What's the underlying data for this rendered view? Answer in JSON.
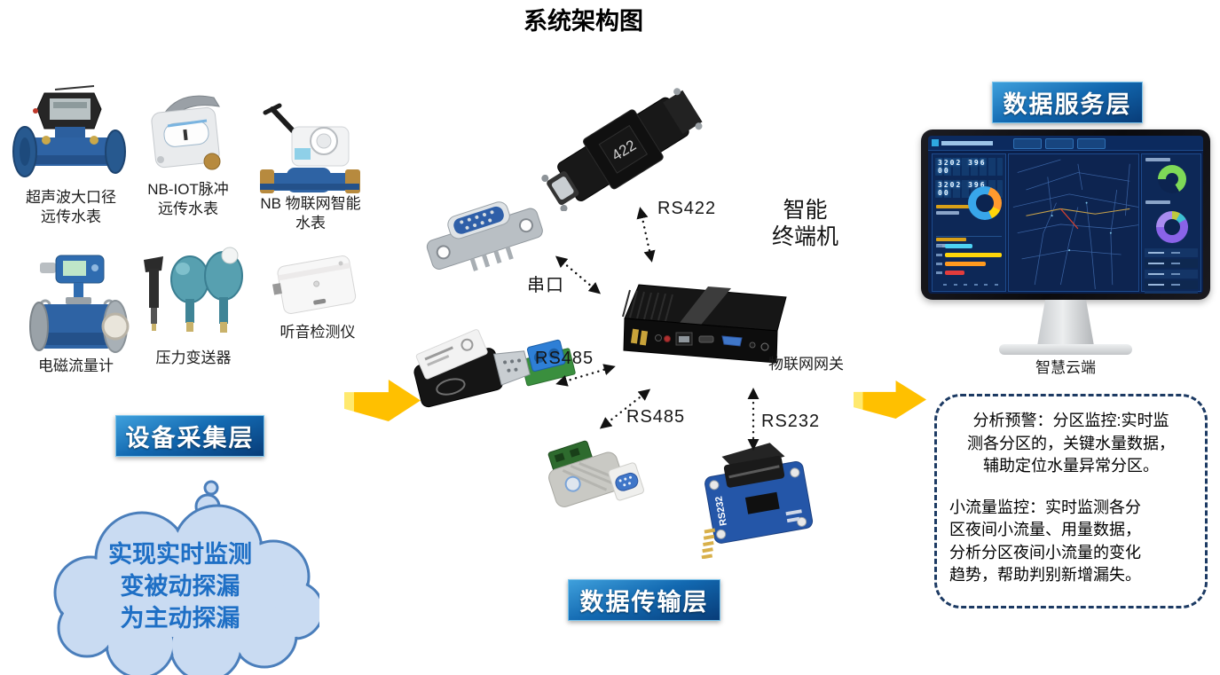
{
  "title": "系统架构图",
  "layer_labels": {
    "device": "设备采集层",
    "transmission": "数据传输层",
    "service": "数据服务层"
  },
  "devices": [
    {
      "name": "ultrasonic-remote-water-meter",
      "label": "超声波大口径\n远传水表"
    },
    {
      "name": "nbiot-pulse-remote-water-meter",
      "label": "NB-IOT脉冲\n远传水表"
    },
    {
      "name": "nb-iot-smart-water-meter",
      "label": "NB 物联网智能\n水表"
    },
    {
      "name": "electromagnetic-flowmeter",
      "label": "电磁流量计"
    },
    {
      "name": "pressure-transmitter",
      "label": "压力变送器"
    },
    {
      "name": "acoustic-leak-detector",
      "label": "听音检测仪"
    }
  ],
  "connections": {
    "serial": "串口",
    "rs422": "RS422",
    "rs485_upper": "RS485",
    "rs485_lower": "RS485",
    "rs232": "RS232"
  },
  "middle": {
    "terminal_label": "智能\n终端机",
    "gateway_label": "物联网网关",
    "rs422_device_text": "422",
    "rs232_device_text": "RS232"
  },
  "cloud_note": "实现实时监测\n变被动探漏\n为主动探漏",
  "service": {
    "monitor_label": "智慧云端",
    "note_para1": "分析预警：分区监控:实时监\n测各分区的，关键水量数据，\n辅助定位水量异常分区。",
    "note_para2": "小流量监控：实时监测各分\n区夜间小流量、用量数据，\n分析分区夜间小流量的变化\n趋势，帮助判别新增漏失。"
  },
  "dashboard": {
    "counter_row1": "3202 396 00",
    "counter_row2": "3202 396 00",
    "bars": [
      {
        "color": "#4ed2f2",
        "width": 42
      },
      {
        "color": "#ffd60a",
        "width": 88
      },
      {
        "color": "#ff9a1f",
        "width": 62
      },
      {
        "color": "#e23c3c",
        "width": 30
      }
    ],
    "donut_left": {
      "segments": [
        {
          "color": "#38a6ea",
          "deg": 20
        },
        {
          "color": "#ff9a2e",
          "deg": 95
        },
        {
          "color": "#ffd60a",
          "deg": 40
        },
        {
          "color": "#38a6ea",
          "deg": 205
        }
      ]
    },
    "gauge_green": {
      "segments": [
        {
          "color": "#7ed957",
          "deg": 150
        },
        {
          "color": "#0c2450",
          "deg": 120
        },
        {
          "color": "#7ed957",
          "deg": 90
        }
      ]
    },
    "donut_right": {
      "segments": [
        {
          "color": "#bfc93e",
          "deg": 30
        },
        {
          "color": "#3ec1d3",
          "deg": 30
        },
        {
          "color": "#8a63e8",
          "deg": 210
        },
        {
          "color": "#a98cf0",
          "deg": 90
        }
      ]
    }
  },
  "colors": {
    "layer_box_top": "#2f93d8",
    "layer_box_bottom": "#0a3f7d",
    "arrow_yellow": "#ffc000",
    "cloud_fill": "#c9dbf2",
    "cloud_stroke": "#4a7ebb",
    "cloud_text": "#1e6fc5",
    "dashed_border": "#1c3a63"
  }
}
